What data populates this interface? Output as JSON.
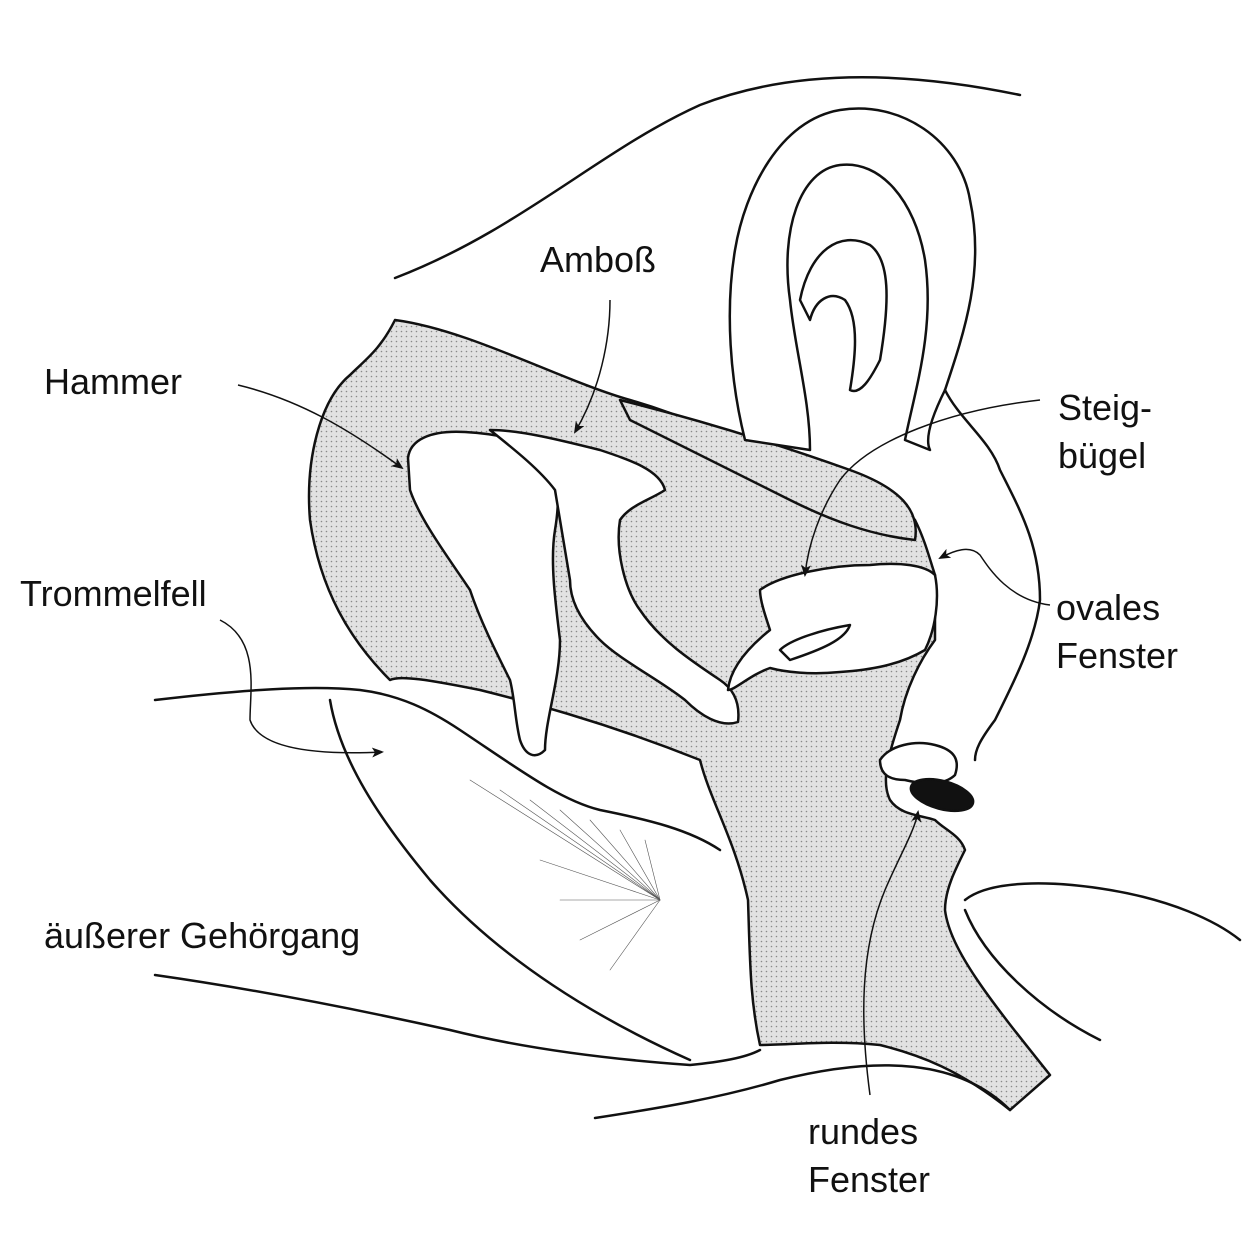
{
  "diagram": {
    "labels": {
      "hammer": "Hammer",
      "amboss": "Amboß",
      "steigbuegel_line1": "Steig-",
      "steigbuegel_line2": "bügel",
      "trommelfell": "Trommelfell",
      "ovales_line1": "ovales",
      "ovales_line2": "Fenster",
      "aeusserer_gehoergang": "äußerer Gehörgang",
      "rundes_line1": "rundes",
      "rundes_line2": "Fenster"
    },
    "colors": {
      "line": "#111111",
      "stipple_fill": "#dcdcdc",
      "background": "#ffffff"
    }
  }
}
